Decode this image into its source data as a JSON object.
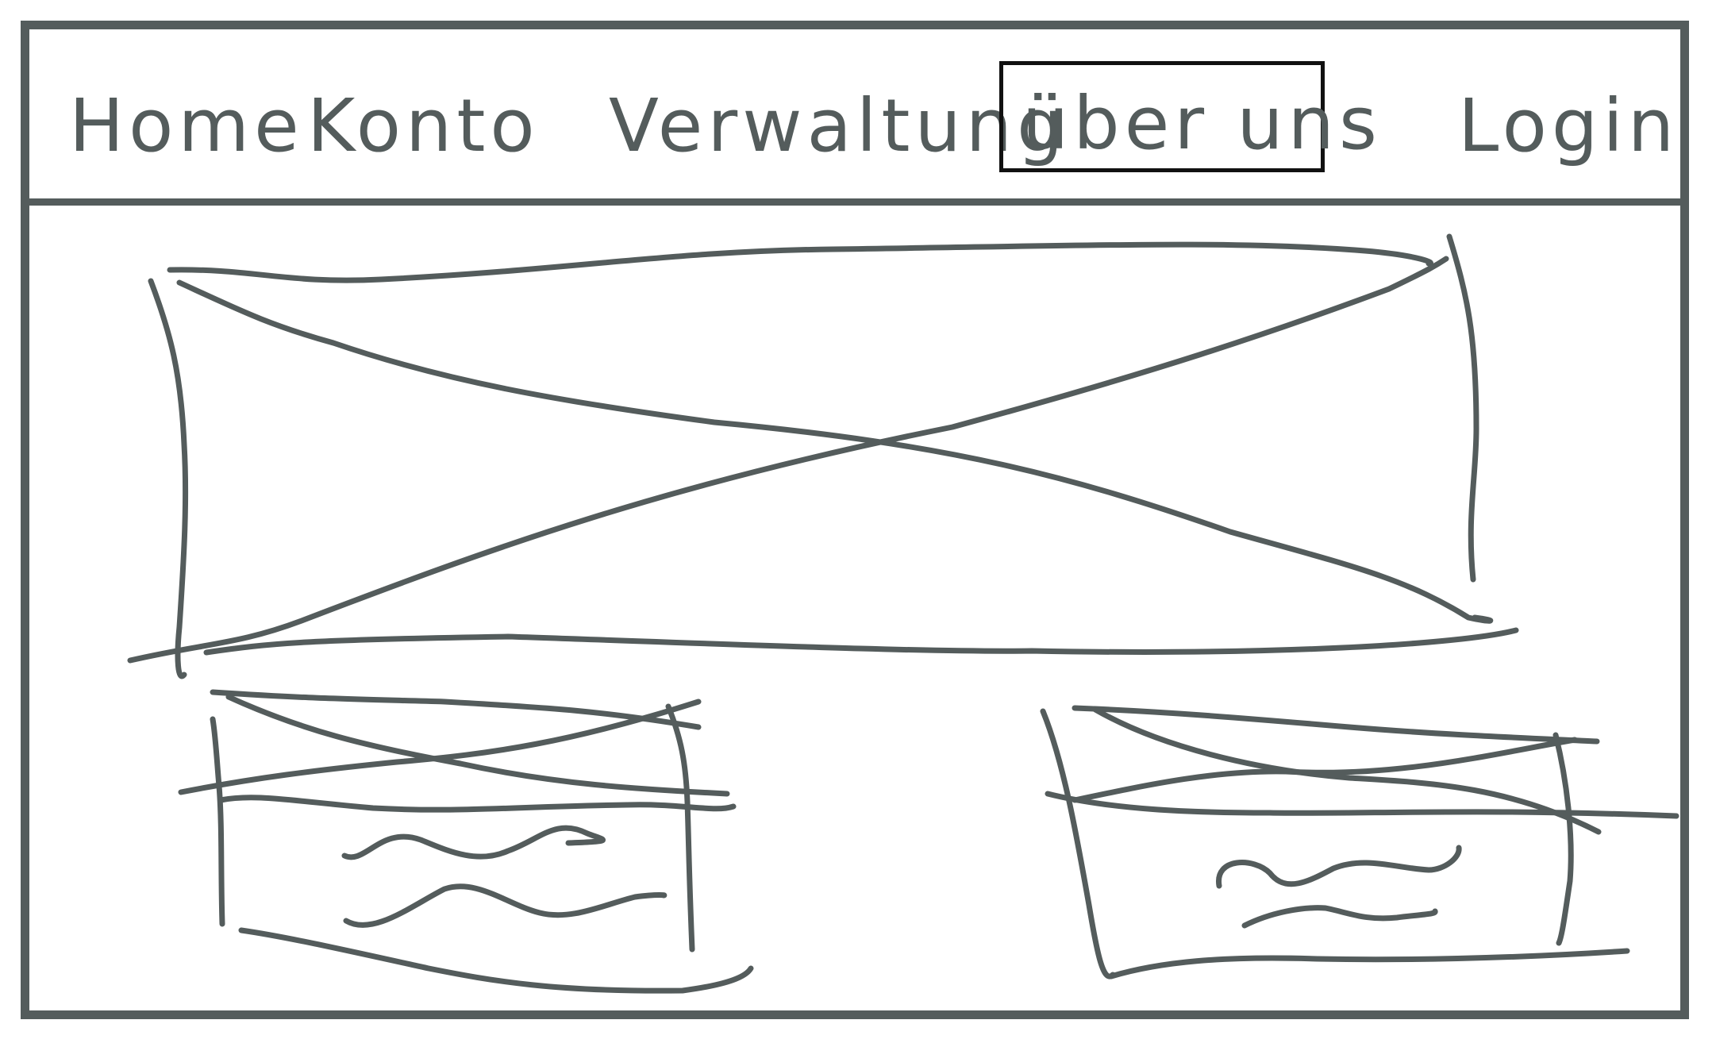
{
  "colors": {
    "stroke": "#545c5c",
    "active_outline": "#111111",
    "background": "#ffffff"
  },
  "nav": {
    "items": [
      {
        "label": "Home"
      },
      {
        "label": "Konto"
      },
      {
        "label": "Verwaltung"
      },
      {
        "label": "über uns"
      },
      {
        "label": "Login"
      }
    ],
    "active_label": "über uns"
  },
  "hero": {
    "type": "image-placeholder"
  },
  "cards": [
    {
      "type": "image-placeholder",
      "text": "scribble-text"
    },
    {
      "type": "image-placeholder",
      "text": "scribble-text"
    }
  ]
}
